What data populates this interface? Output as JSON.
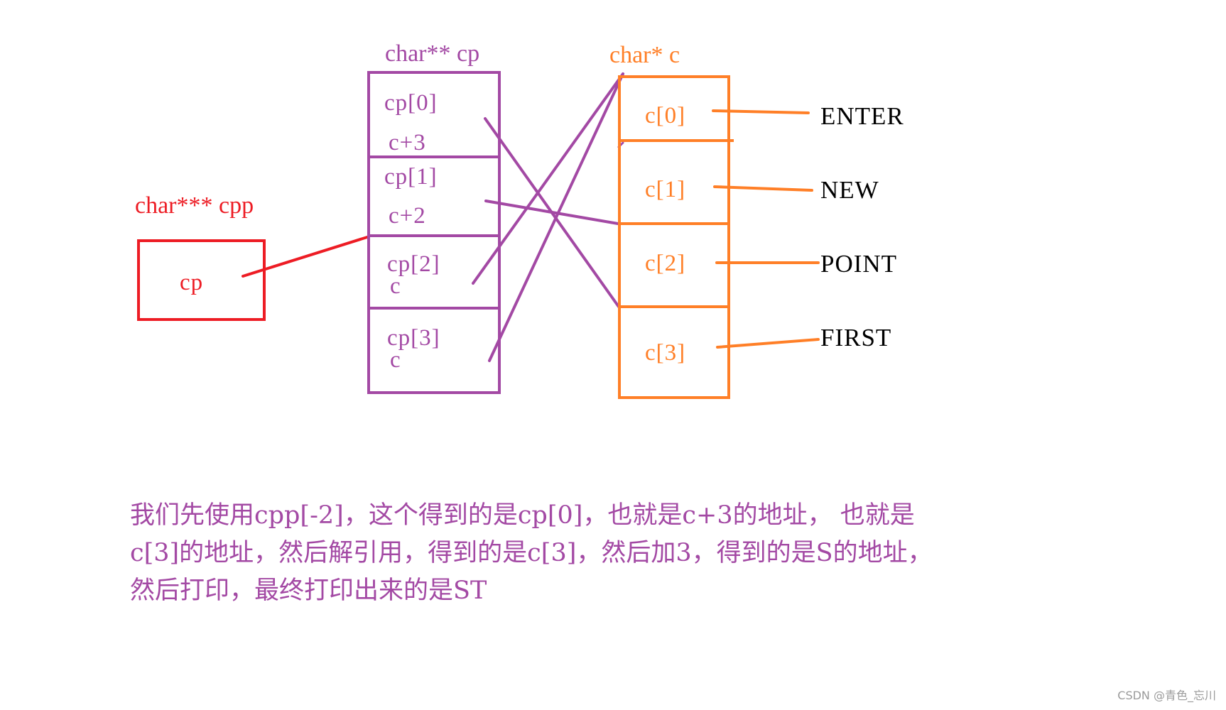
{
  "cpp_block": {
    "type_label": "char*** cpp",
    "cell_label": "cp",
    "color": "#ED1C24"
  },
  "cp_block": {
    "type_label": "char** cp",
    "color": "#A349A4",
    "cells": [
      {
        "name": "cp[0]",
        "value": "c+3",
        "points_to": "c[3]"
      },
      {
        "name": "cp[1]",
        "value": "c+2",
        "points_to": "c[2]"
      },
      {
        "name": "cp[2]",
        "value": "c",
        "points_to": "c[0]"
      },
      {
        "name": "cp[3]",
        "value": "c",
        "points_to": "c[0]"
      }
    ]
  },
  "c_block": {
    "type_label": "char* c",
    "color": "#FF7F27",
    "cells": [
      {
        "name": "c[0]",
        "string": "ENTER"
      },
      {
        "name": "c[1]",
        "string": "NEW"
      },
      {
        "name": "c[2]",
        "string": "POINT"
      },
      {
        "name": "c[3]",
        "string": "FIRST"
      }
    ]
  },
  "explanation": {
    "color": "#A349A4",
    "lines": [
      "我们先使用cpp[-2]，这个得到的是cp[0]，也就是c+3的地址，  也就是",
      "c[3]的地址，然后解引用，得到的是c[3]，然后加3，得到的是S的地址，",
      "然后打印，最终打印出来的是ST"
    ]
  },
  "watermark": "CSDN @青色_忘川"
}
